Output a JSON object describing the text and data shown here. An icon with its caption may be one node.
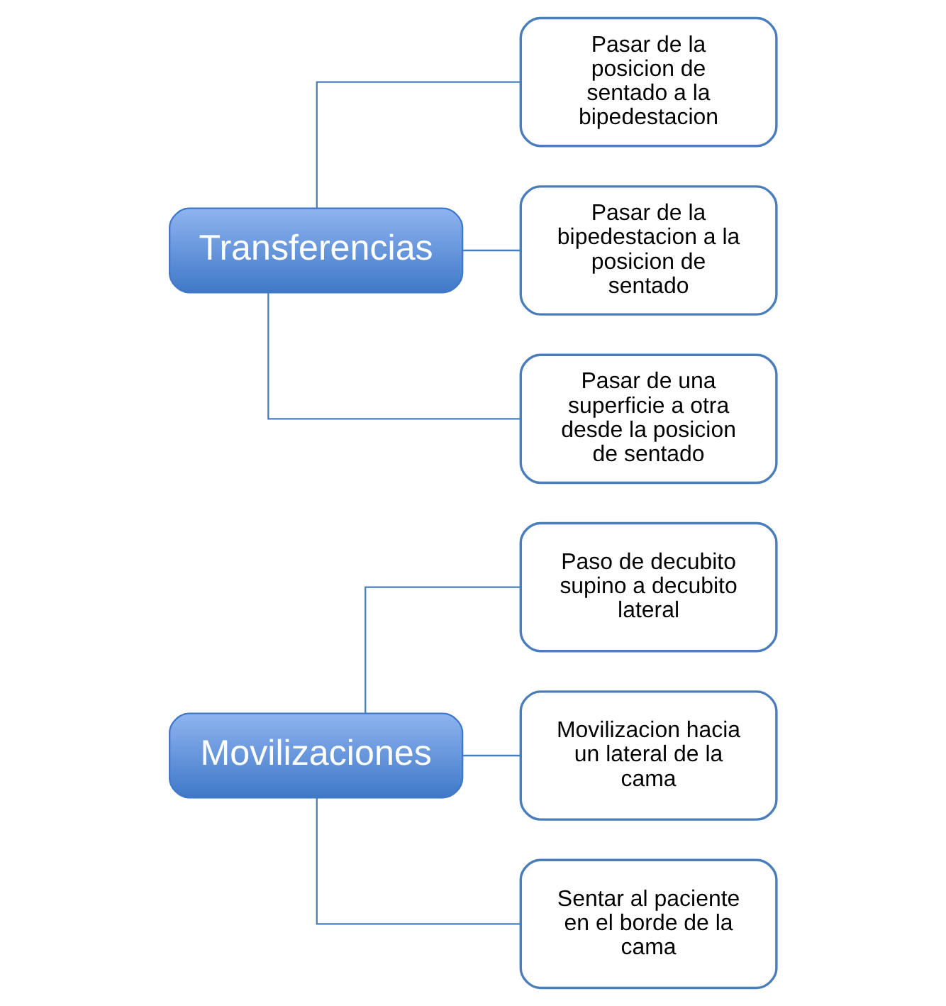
{
  "diagram": {
    "nodes": [
      {
        "text": [
          "Movilizaciones"
        ]
      },
      {
        "text": [
          "Paso de decubito supino a decubito lateral"
        ]
      },
      {
        "text": [
          "Movilizacion hacia un lateral de la cama"
        ]
      },
      {
        "text": [
          "Sentar al paciente en el borde de la cama"
        ]
      },
      {
        "text": [
          "Transferencias"
        ]
      },
      {
        "text": [
          "Pasar de la posicion de sentado a la bipedestacion"
        ]
      },
      {
        "text": [
          "Pasar de la bipedestacion a la posicion de sentado"
        ]
      },
      {
        "text": [
          "Pasar de una superficie a otra desde la posicion de sentado"
        ]
      }
    ],
    "edges": [
      {
        "from": 0,
        "to": 1,
        "arrow": "none"
      },
      {
        "from": 0,
        "to": 2,
        "arrow": "none"
      },
      {
        "from": 0,
        "to": 3,
        "arrow": "none"
      },
      {
        "from": 4,
        "to": 5,
        "arrow": "none"
      },
      {
        "from": 4,
        "to": 6,
        "arrow": "none"
      },
      {
        "from": 4,
        "to": 7,
        "arrow": "none"
      }
    ]
  }
}
